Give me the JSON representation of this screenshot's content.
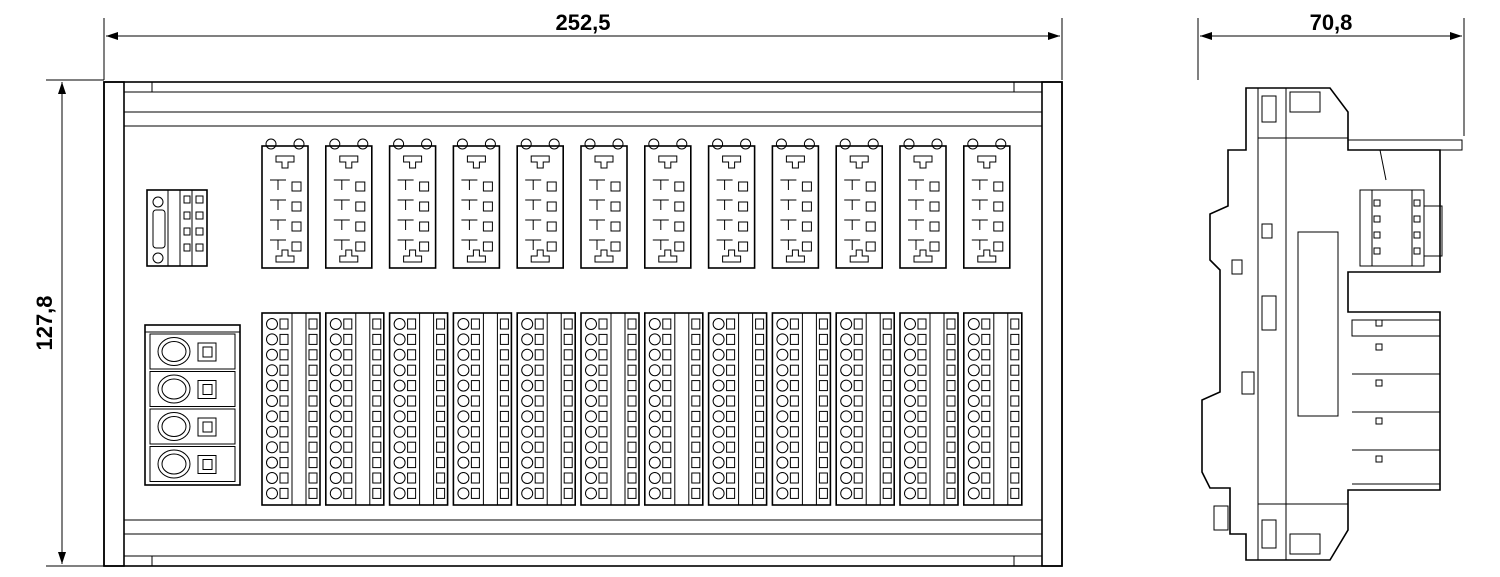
{
  "dimensions": {
    "overall_width": "252,5",
    "overall_height": "127,8",
    "side_depth": "70,8"
  },
  "front_view": {
    "ic_connector_count": 12,
    "terminal_block_count": 12,
    "power_terminal_positions": 4
  },
  "colors": {
    "line": "#000000",
    "background": "#ffffff"
  }
}
